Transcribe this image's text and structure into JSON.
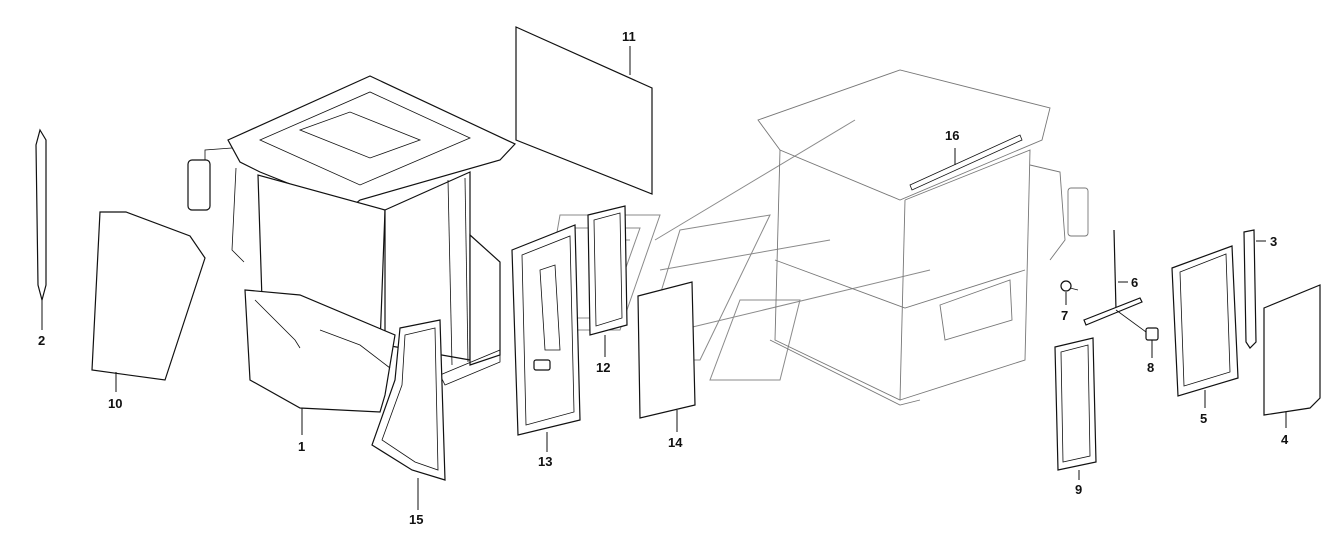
{
  "diagram": {
    "callouts": [
      {
        "id": "1",
        "text": "1"
      },
      {
        "id": "2",
        "text": "2"
      },
      {
        "id": "3",
        "text": "3"
      },
      {
        "id": "4",
        "text": "4"
      },
      {
        "id": "5",
        "text": "5"
      },
      {
        "id": "6",
        "text": "6"
      },
      {
        "id": "7",
        "text": "7"
      },
      {
        "id": "8",
        "text": "8"
      },
      {
        "id": "9",
        "text": "9"
      },
      {
        "id": "10",
        "text": "10"
      },
      {
        "id": "11",
        "text": "11"
      },
      {
        "id": "12",
        "text": "12"
      },
      {
        "id": "13",
        "text": "13"
      },
      {
        "id": "14",
        "text": "14"
      },
      {
        "id": "15",
        "text": "15"
      },
      {
        "id": "16",
        "text": "16"
      }
    ],
    "colors": {
      "line": "#111111",
      "watermark": "#8a8a8a",
      "ghost": "#777777"
    }
  }
}
